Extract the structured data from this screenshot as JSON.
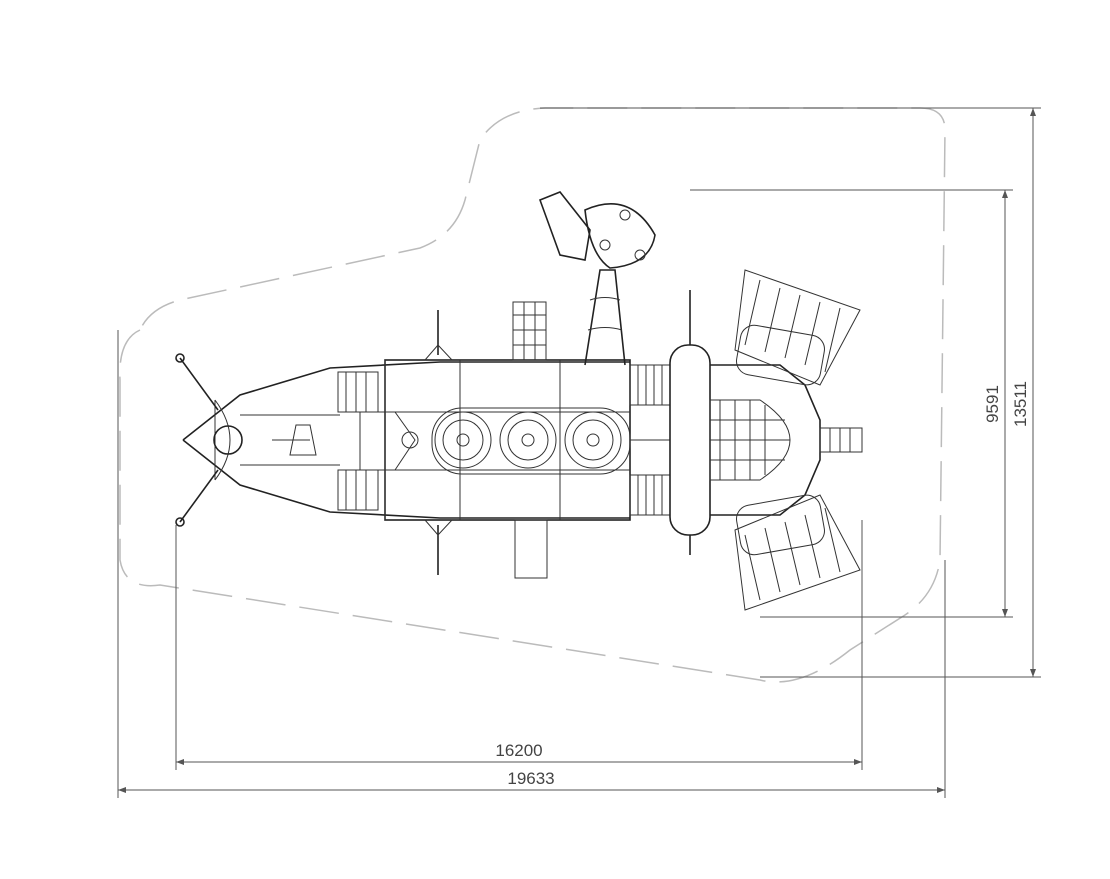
{
  "drawing": {
    "dimensions": {
      "inner_width": "16200",
      "outer_width": "19633",
      "inner_height": "9591",
      "outer_height": "13511"
    }
  }
}
